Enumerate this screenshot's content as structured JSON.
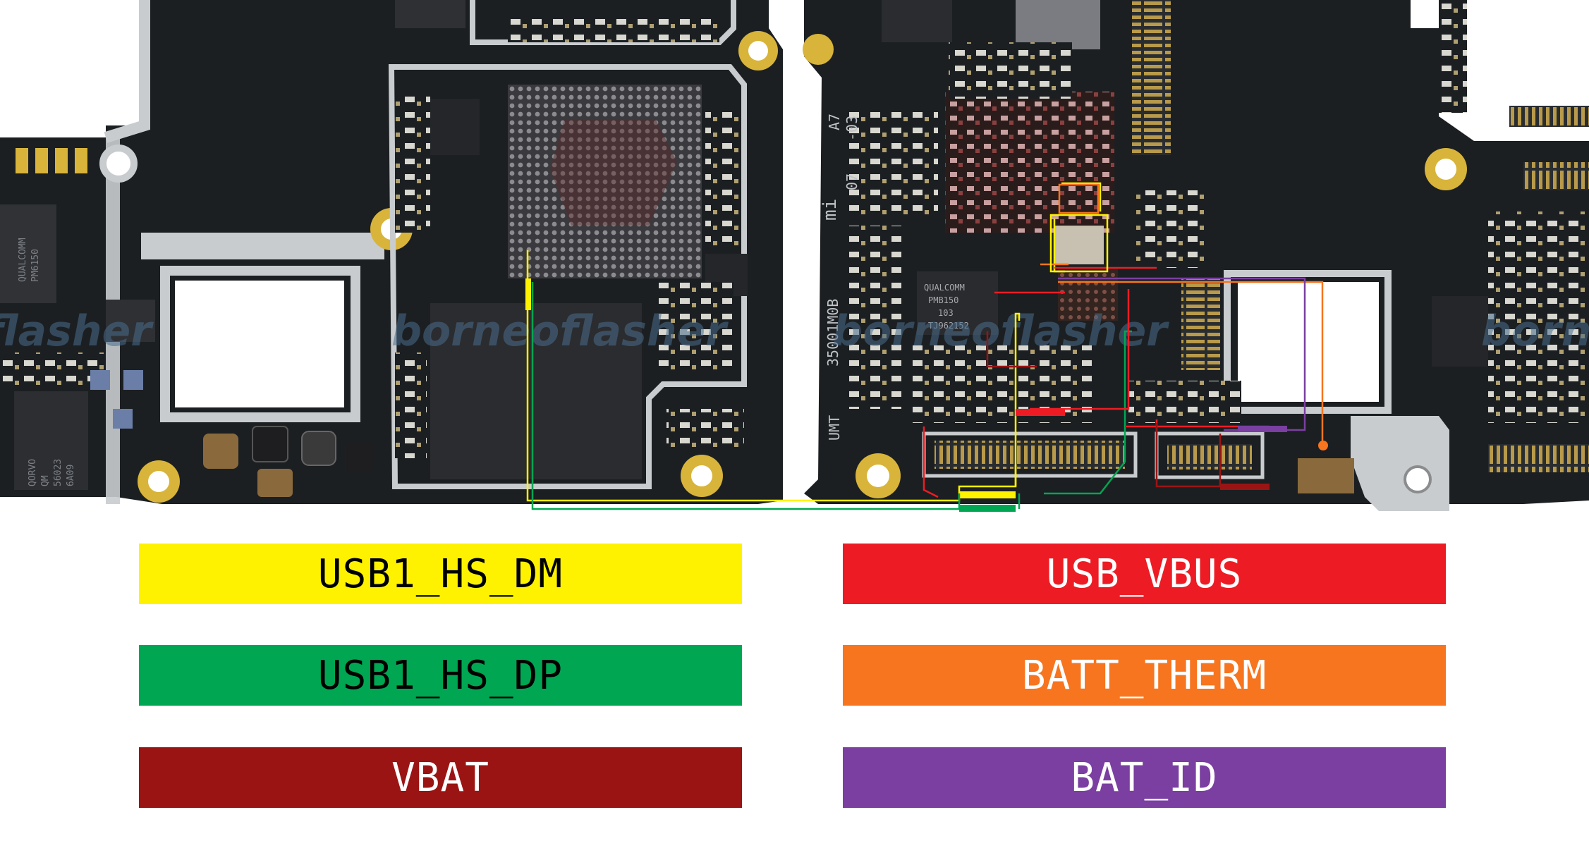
{
  "watermark": "borneoflasher",
  "silkscreen": {
    "ic_marking": [
      "QUALCOMM",
      "PMB150",
      "103",
      "TJ962152"
    ],
    "pcb_code": "35001M0B",
    "board_mark": "UMT",
    "rev": [
      "A7",
      "07",
      "-03"
    ],
    "logo": "mi",
    "chip_left": [
      "QUALCOMM",
      "PM6150"
    ],
    "chip_qorvo": [
      "QORVO",
      "QM",
      "56023",
      "6A09"
    ]
  },
  "legend": [
    {
      "label": "USB1_HS_DM",
      "color": "#fff200",
      "text_color": "#000000"
    },
    {
      "label": "USB1_HS_DP",
      "color": "#00a651",
      "text_color": "#000000"
    },
    {
      "label": "VBAT",
      "color": "#9b1414",
      "text_color": "#ffffff"
    },
    {
      "label": "USB_VBUS",
      "color": "#ed1c24",
      "text_color": "#ffffff"
    },
    {
      "label": "BATT_THERM",
      "color": "#f7751e",
      "text_color": "#ffffff"
    },
    {
      "label": "BAT_ID",
      "color": "#7a3fa0",
      "text_color": "#ffffff"
    }
  ],
  "colors": {
    "pcb": "#1c1f22",
    "shield": "#c9ccce",
    "gold": "#d8b43a",
    "background": "#ffffff"
  }
}
